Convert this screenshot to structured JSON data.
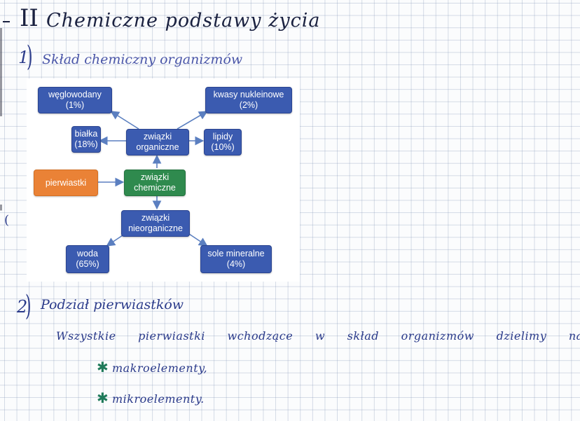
{
  "heading": {
    "roman": "II",
    "title": "Chemiczne podstawy życia"
  },
  "section1": {
    "number": "1",
    "title": "Skład chemiczny organizmów"
  },
  "diagram": {
    "nodes": {
      "weglowodany": {
        "name": "węglowodany",
        "value": "(1%)",
        "color": "#3b5bb0"
      },
      "kwasy": {
        "name": "kwasy nukleinowe",
        "value": "(2%)",
        "color": "#3b5bb0"
      },
      "bialka": {
        "name": "białka",
        "value": "(18%)",
        "color": "#3b5bb0"
      },
      "organiczne": {
        "name": "związki",
        "name2": "organiczne",
        "color": "#3b5bb0"
      },
      "lipidy": {
        "name": "lipidy",
        "value": "(10%)",
        "color": "#3b5bb0"
      },
      "pierwiastki": {
        "name": "pierwiastki",
        "color": "#ea8236"
      },
      "chemiczne": {
        "name": "związki",
        "name2": "chemiczne",
        "color": "#2f8a4e"
      },
      "nieorganiczne": {
        "name": "związki",
        "name2": "nieorganiczne",
        "color": "#3b5bb0"
      },
      "woda": {
        "name": "woda",
        "value": "(65%)",
        "color": "#3b5bb0"
      },
      "sole": {
        "name": "sole mineralne",
        "value": "(4%)",
        "color": "#3b5bb0"
      }
    },
    "arrow_color": "#5b7fc0"
  },
  "section2": {
    "number": "2",
    "title": "Podział pierwiastków",
    "sentence": "Wszystkie pierwiastki wchodzące w skład organizmów dzielimy na:",
    "items": [
      "makroelementy,",
      "mikroelementy."
    ],
    "bullet": "✱"
  }
}
